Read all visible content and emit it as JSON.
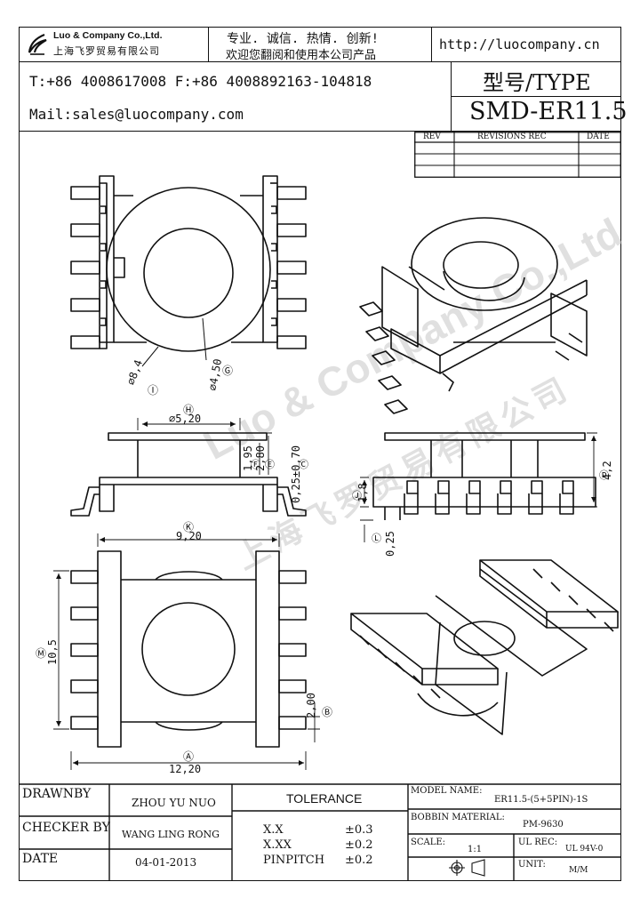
{
  "header": {
    "company_en": "Luo & Company Co.,Ltd.",
    "company_cn": "上海飞罗贸易有限公司",
    "slogan_line1": "专业. 诚信.  热情.  创新!",
    "slogan_line2": "欢迎您翻阅和使用本公司产品",
    "url": "http://luocompany.cn",
    "phone_fax": "T:+86 4008617008 F:+86 4008892163-104818",
    "mail": "Mail:sales@luocompany.com",
    "type_label": "型号/TYPE",
    "type_value": "SMD-ER11.5"
  },
  "revisions": {
    "col_rev": "REV",
    "col_rec": "REVISIONS REC",
    "col_date": "DATE"
  },
  "watermark": {
    "en": "Luo & Company Co.,Ltd",
    "cn": "上海飞罗贸易有限公司"
  },
  "dimensions": {
    "d84": "⌀8,4",
    "d450": "⌀4,50",
    "mark_i": "Ⓘ",
    "mark_g": "Ⓖ",
    "mark_h": "Ⓗ",
    "d520": "⌀5,20",
    "h195": "1,95",
    "h280": "2,80",
    "mark_f": "Ⓕ",
    "mark_e": "Ⓔ",
    "tol_070": "0,25±0,70",
    "mark_c": "Ⓒ",
    "mark_j": "Ⓙ",
    "h18": "1,8",
    "h42": "4,2",
    "mark_d": "Ⓓ",
    "t025": "0,25",
    "mark_l": "Ⓛ",
    "mark_k": "Ⓚ",
    "w920": "9,20",
    "mark_m": "Ⓜ",
    "h105": "10,5",
    "p200": "2,00",
    "mark_b": "Ⓑ",
    "mark_a": "Ⓐ",
    "w1220": "12,20"
  },
  "titleblock": {
    "drawnby_label": "DRAWNBY",
    "drawnby_value": "ZHOU YU NUO",
    "checker_label": "CHECKER BY",
    "checker_value": "WANG LING RONG",
    "date_label": "DATE",
    "date_value": "04-01-2013",
    "tolerance_label": "TOLERANCE",
    "tol_xx_label": "X.X",
    "tol_xx_value": "±0.3",
    "tol_xxx_label": "X.XX",
    "tol_xxx_value": "±0.2",
    "tol_pin_label": "PINPITCH",
    "tol_pin_value": "±0.2",
    "model_label": "MODEL NAME:",
    "model_value": "ER11.5-(5+5PIN)-1S",
    "bobbin_label": "BOBBIN MATERIAL:",
    "bobbin_value": "PM-9630",
    "scale_label": "SCALE:",
    "scale_value": "1:1",
    "ul_label": "UL REC:",
    "ul_value": "UL 94V-0",
    "unit_label": "UNIT:",
    "unit_value": "M/M"
  }
}
